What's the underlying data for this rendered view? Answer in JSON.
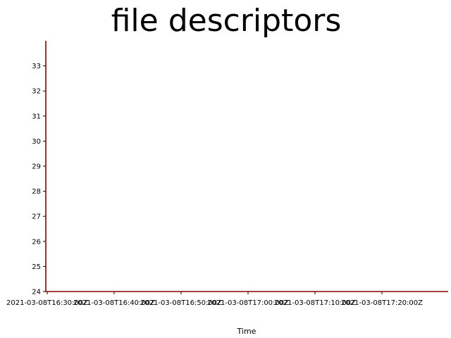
{
  "chart_data": {
    "type": "line",
    "title": "file descriptors",
    "xlabel": "Time",
    "ylabel": "",
    "x_ticks": [
      "2021-03-08T16:30:00Z",
      "2021-03-08T16:40:00Z",
      "2021-03-08T16:50:00Z",
      "2021-03-08T17:00:00Z",
      "2021-03-08T17:10:00Z",
      "2021-03-08T17:20:00Z"
    ],
    "y_ticks": [
      24,
      25,
      26,
      27,
      28,
      29,
      30,
      31,
      32,
      33
    ],
    "xlim": [
      "2021-03-08T16:30:00Z",
      "2021-03-08T17:30:00Z"
    ],
    "ylim": [
      24,
      34
    ],
    "series": [],
    "grid": false,
    "axis_color": "#8b0000"
  }
}
